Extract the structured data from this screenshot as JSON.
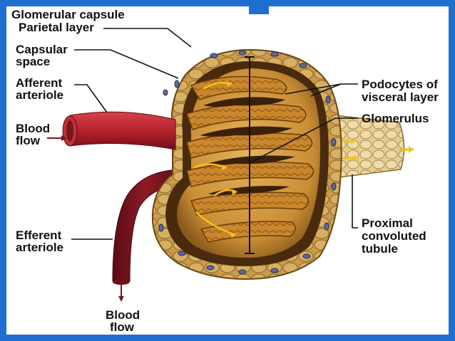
{
  "labels": {
    "glomerular_capsule": "Glomerular capsule",
    "parietal_layer": "Parietal layer",
    "capsular_space_1": "Capsular",
    "capsular_space_2": "space",
    "afferent_1": "Afferent",
    "afferent_2": "arteriole",
    "blood_flow_in_1": "Blood",
    "blood_flow_in_2": "flow",
    "efferent_1": "Efferent",
    "efferent_2": "arteriole",
    "blood_flow_out_1": "Blood",
    "blood_flow_out_2": "flow",
    "podocytes_1": "Podocytes of",
    "podocytes_2": "visceral layer",
    "glomerulus": "Glomerulus",
    "proximal_1": "Proximal",
    "proximal_2": "convoluted",
    "proximal_3": "tubule"
  },
  "colors": {
    "background": "#1f6fd1",
    "panel": "#ffffff",
    "capsule_wall": "#b98a3a",
    "capsule_inner": "#d9a34a",
    "capillary": "#c98a2e",
    "capillary_dark": "#7a4a14",
    "artery": "#b01f2a",
    "artery_dark": "#6e1018",
    "tubule": "#e9d29a",
    "arrow_yellow": "#f2c21b",
    "leader_line": "#111111"
  }
}
